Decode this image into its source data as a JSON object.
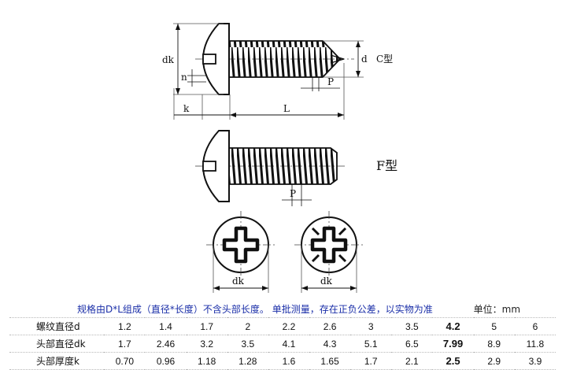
{
  "drawing": {
    "c_type_label": "C型",
    "f_type_label": "F型",
    "dim_dk": "dk",
    "dim_k": "k",
    "dim_n": "n",
    "dim_L": "L",
    "dim_d": "d",
    "dim_P": "P",
    "dim_P2": "P",
    "dim_dk_left": "dk",
    "dim_dk_right": "dk"
  },
  "table": {
    "note": "规格由D*L组成（直径*长度）不含头部长度。 单批测量，存在正负公差，以实物为准",
    "unit": "单位：mm",
    "rows": [
      {
        "label": "螺纹直径d",
        "values": [
          "1.2",
          "1.4",
          "1.7",
          "2",
          "2.2",
          "2.6",
          "3",
          "3.5",
          "4.2",
          "5",
          "6"
        ]
      },
      {
        "label": "头部直径dk",
        "values": [
          "1.7",
          "2.46",
          "3.2",
          "3.5",
          "4.1",
          "4.3",
          "5.1",
          "6.5",
          "7.99",
          "8.9",
          "11.8"
        ]
      },
      {
        "label": "头部厚度k",
        "values": [
          "0.70",
          "0.96",
          "1.18",
          "1.28",
          "1.6",
          "1.65",
          "1.7",
          "2.1",
          "2.5",
          "2.9",
          "3.9"
        ]
      }
    ]
  }
}
